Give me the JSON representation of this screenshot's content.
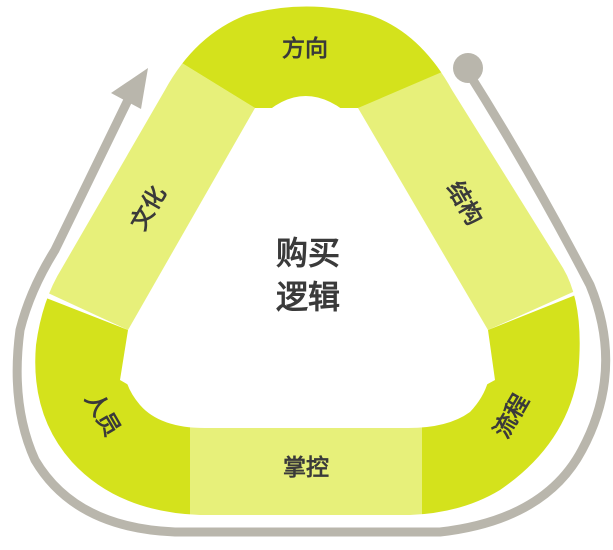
{
  "center": {
    "line1": "购买",
    "line2": "逻辑"
  },
  "segments": {
    "top": "方向",
    "upper_right": "结构",
    "lower_right": "流程",
    "bottom": "掌控",
    "lower_left": "人员",
    "upper_left": "文化"
  },
  "colors": {
    "dark_green": "#d4e21c",
    "light_green": "#e7f07a",
    "arrow_gray": "#b9b6ac",
    "text": "#3a3a3a",
    "center_fill": "#ffffff"
  }
}
